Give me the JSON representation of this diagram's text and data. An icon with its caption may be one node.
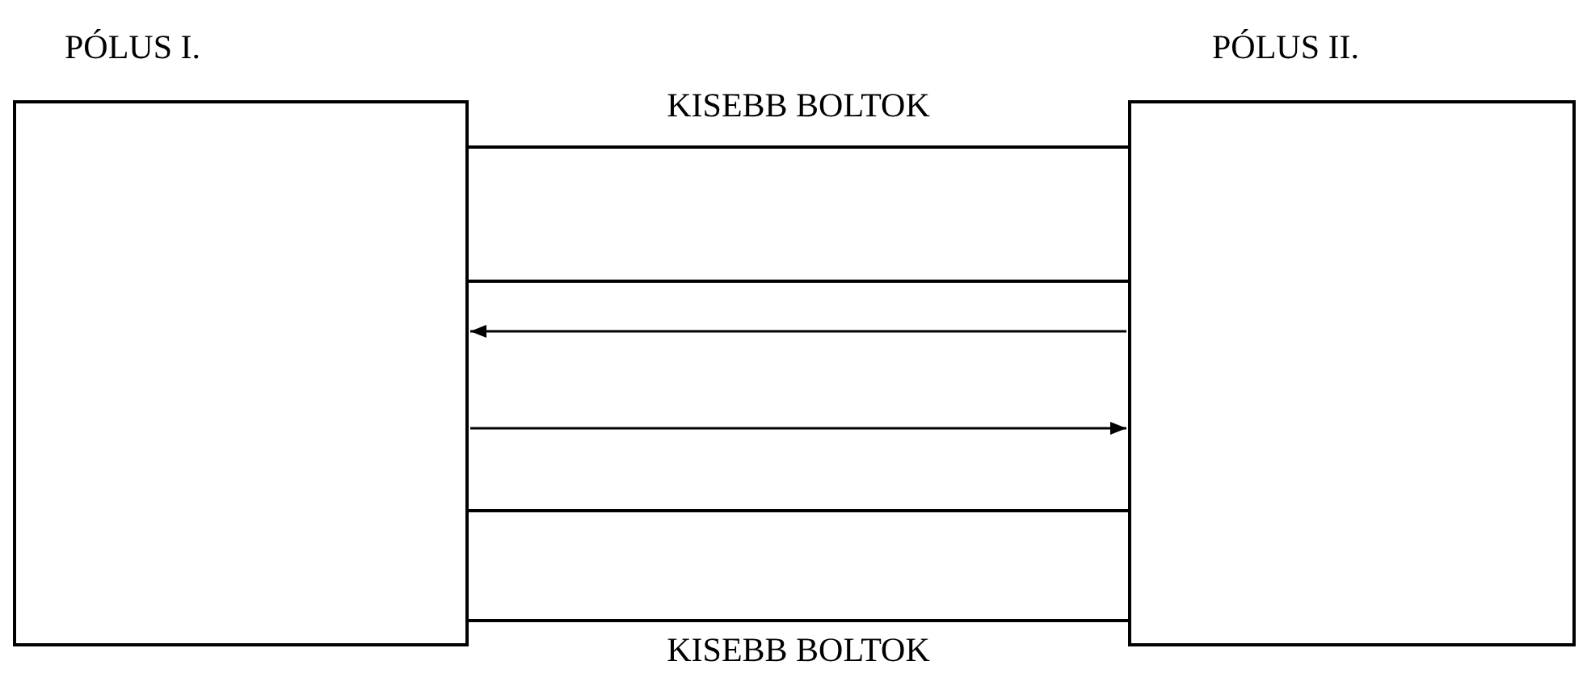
{
  "diagram": {
    "nodes": [
      {
        "text": [
          "PÓLUS I."
        ]
      },
      {
        "text": [
          "PÓLUS II."
        ]
      },
      {
        "text": [
          "KISEBB BOLTOK"
        ]
      },
      {
        "text": [
          "KISEBB BOLTOK"
        ]
      }
    ],
    "edges": [
      {
        "from": 1,
        "to": 0,
        "arrow": "to"
      },
      {
        "from": 0,
        "to": 1,
        "arrow": "to"
      }
    ]
  }
}
